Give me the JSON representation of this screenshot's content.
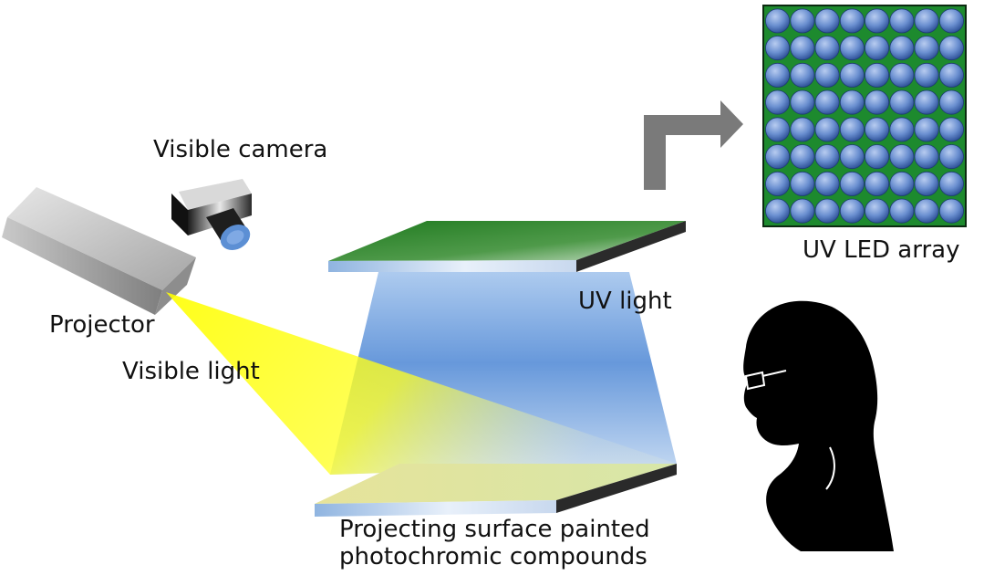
{
  "labels": {
    "visible_camera": "Visible camera",
    "projector": "Projector",
    "visible_light": "Visible light",
    "uv_light": "UV light",
    "uv_led_array": "UV LED array",
    "surface_line1": "Projecting surface painted",
    "surface_line2": "photochromic compounds"
  },
  "led_array": {
    "rows": 8,
    "cols": 8
  },
  "colors": {
    "yellow_light": "#ffff00",
    "uv_blue": "#5b8fd6",
    "led_green": "#1d8a2e",
    "led_blue": "#5a7fc0",
    "arrow_gray": "#7a7a7a",
    "projector_gray": "#a9a9a9",
    "silhouette": "#000000"
  }
}
